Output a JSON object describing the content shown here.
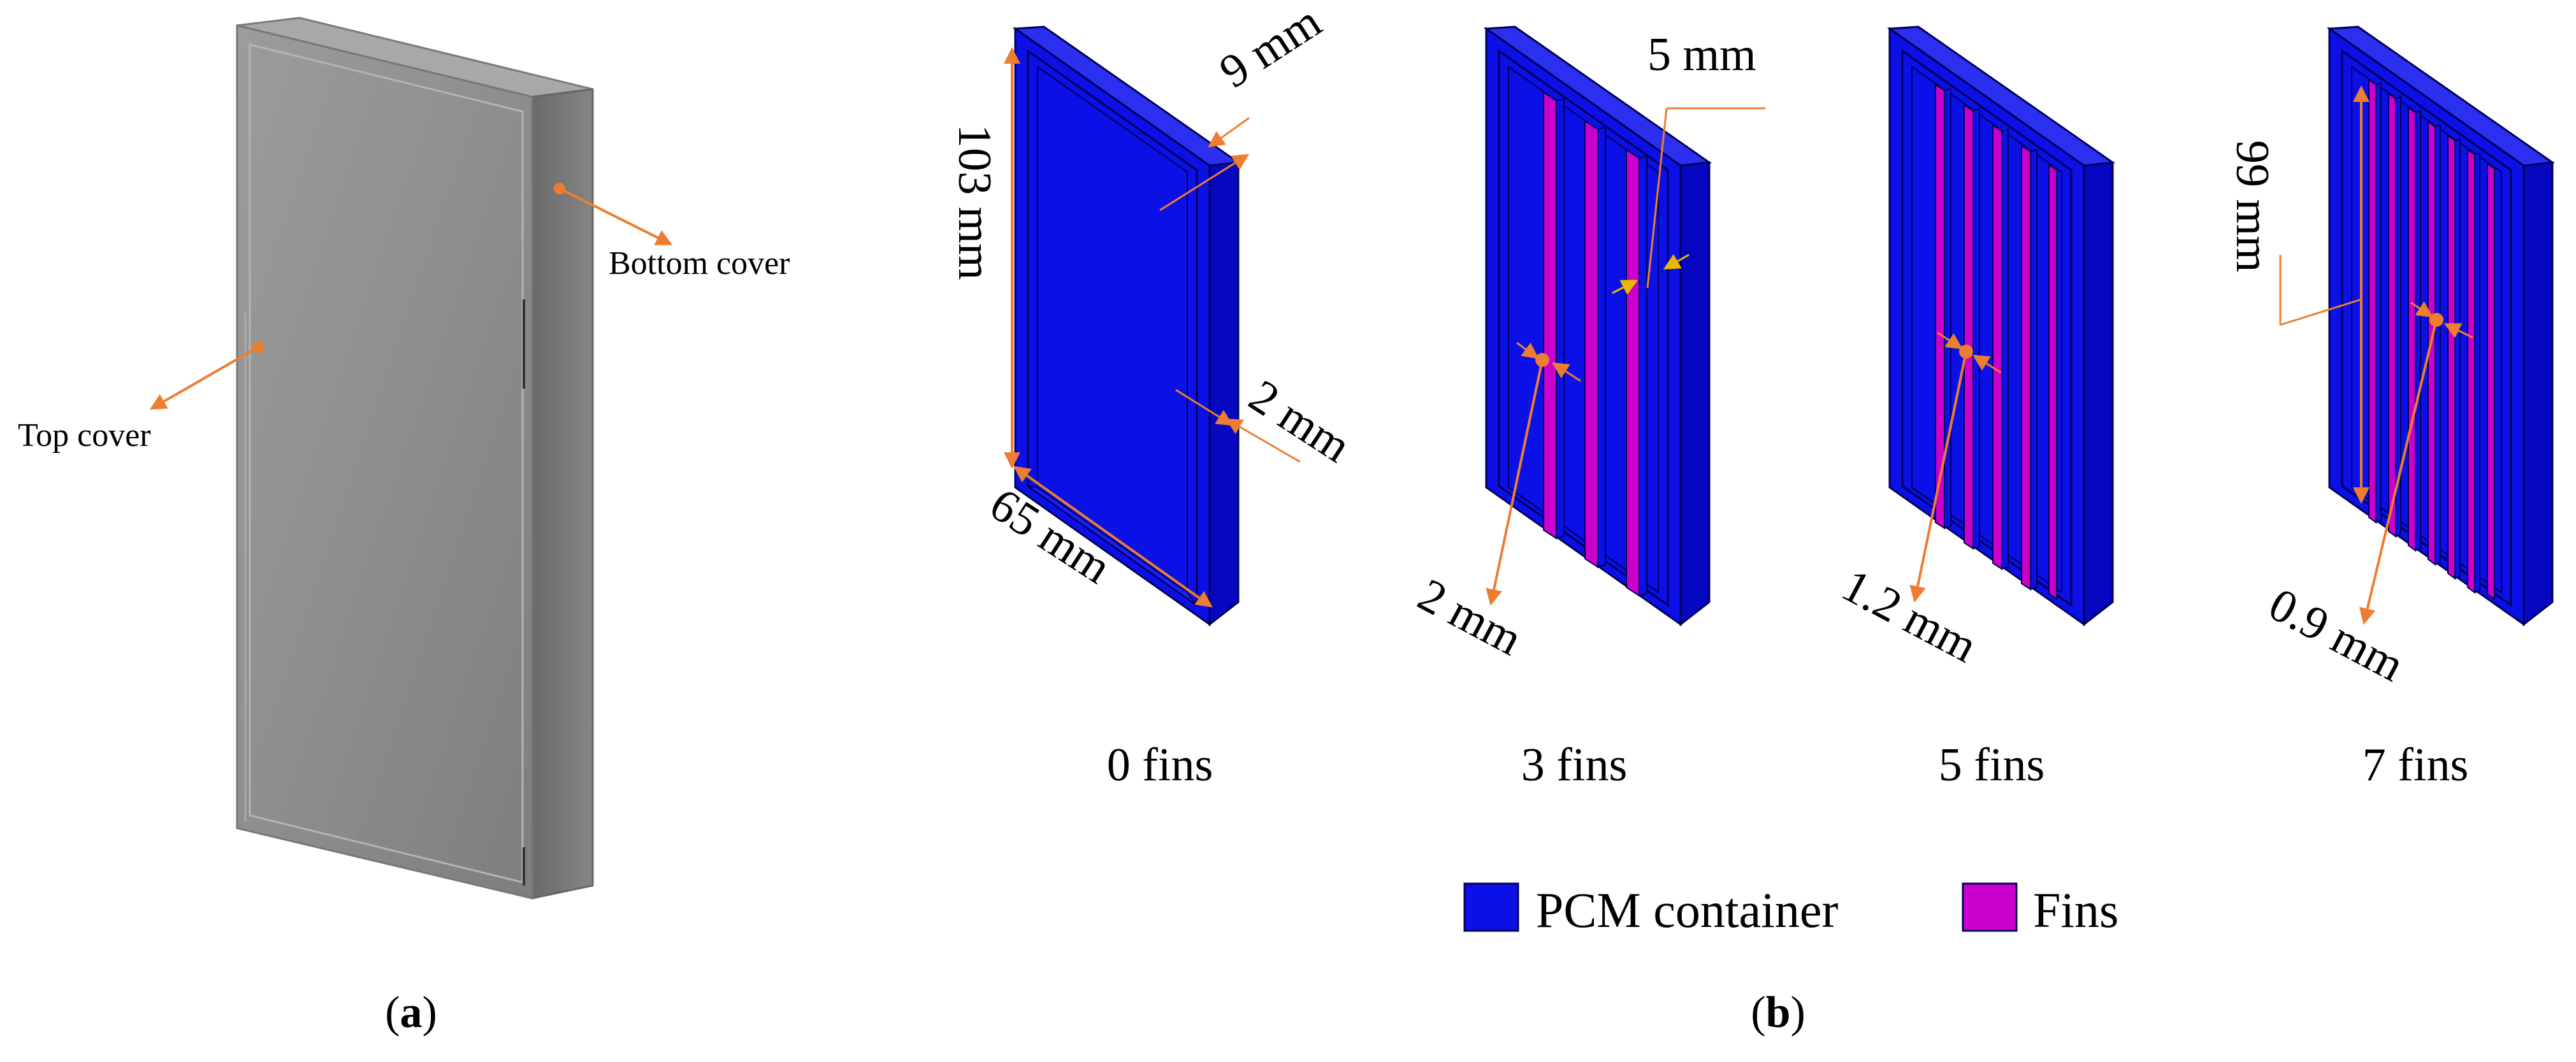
{
  "panel_a": {
    "top_cover": "Top cover",
    "bottom_cover": "Bottom cover",
    "caption_paren_open": "(",
    "caption_letter": "a",
    "caption_paren_close": ")"
  },
  "panel_b": {
    "variants": [
      {
        "fins": 0,
        "caption": "0 fins",
        "dims": [
          "9 mm",
          "103 mm",
          "2 mm",
          "65 mm"
        ]
      },
      {
        "fins": 3,
        "caption": "3 fins",
        "dims": [
          "5 mm",
          "2 mm"
        ]
      },
      {
        "fins": 5,
        "caption": "5 fins",
        "dims": [
          "1.2 mm"
        ]
      },
      {
        "fins": 7,
        "caption": "7 fins",
        "dims": [
          "99 mm",
          "0.9 mm"
        ]
      }
    ],
    "legend": [
      {
        "label": "PCM container",
        "color": "#0a10e6"
      },
      {
        "label": "Fins",
        "color": "#cc00cc"
      }
    ],
    "caption_paren_open": "(",
    "caption_letter": "b",
    "caption_paren_close": ")"
  },
  "colors": {
    "container": "#0a10e6",
    "fins": "#cc00cc",
    "annotation": "#ed7d31",
    "cover": "#8a8a8a"
  }
}
